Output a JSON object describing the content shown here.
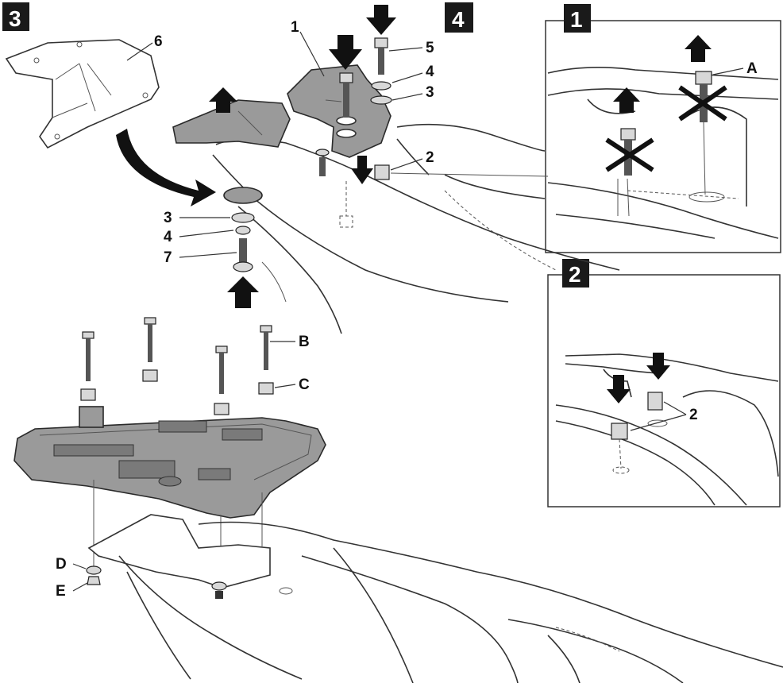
{
  "steps": [
    {
      "badge": "3"
    },
    {
      "badge": "4"
    },
    {
      "badge": "1"
    },
    {
      "badge": "2"
    }
  ],
  "callouts": {
    "c1": "1",
    "c2": "2",
    "c3": "3",
    "c4": "4",
    "c5": "5",
    "c6": "6",
    "c3b": "3",
    "c4b": "4",
    "c7": "7",
    "cA": "A",
    "cB": "B",
    "cC": "C",
    "cD": "D",
    "cE": "E",
    "c2detail": "2"
  },
  "colors": {
    "plate": "#9a9a9a",
    "arrow": "#111111",
    "badge": "#1a1a1a"
  }
}
